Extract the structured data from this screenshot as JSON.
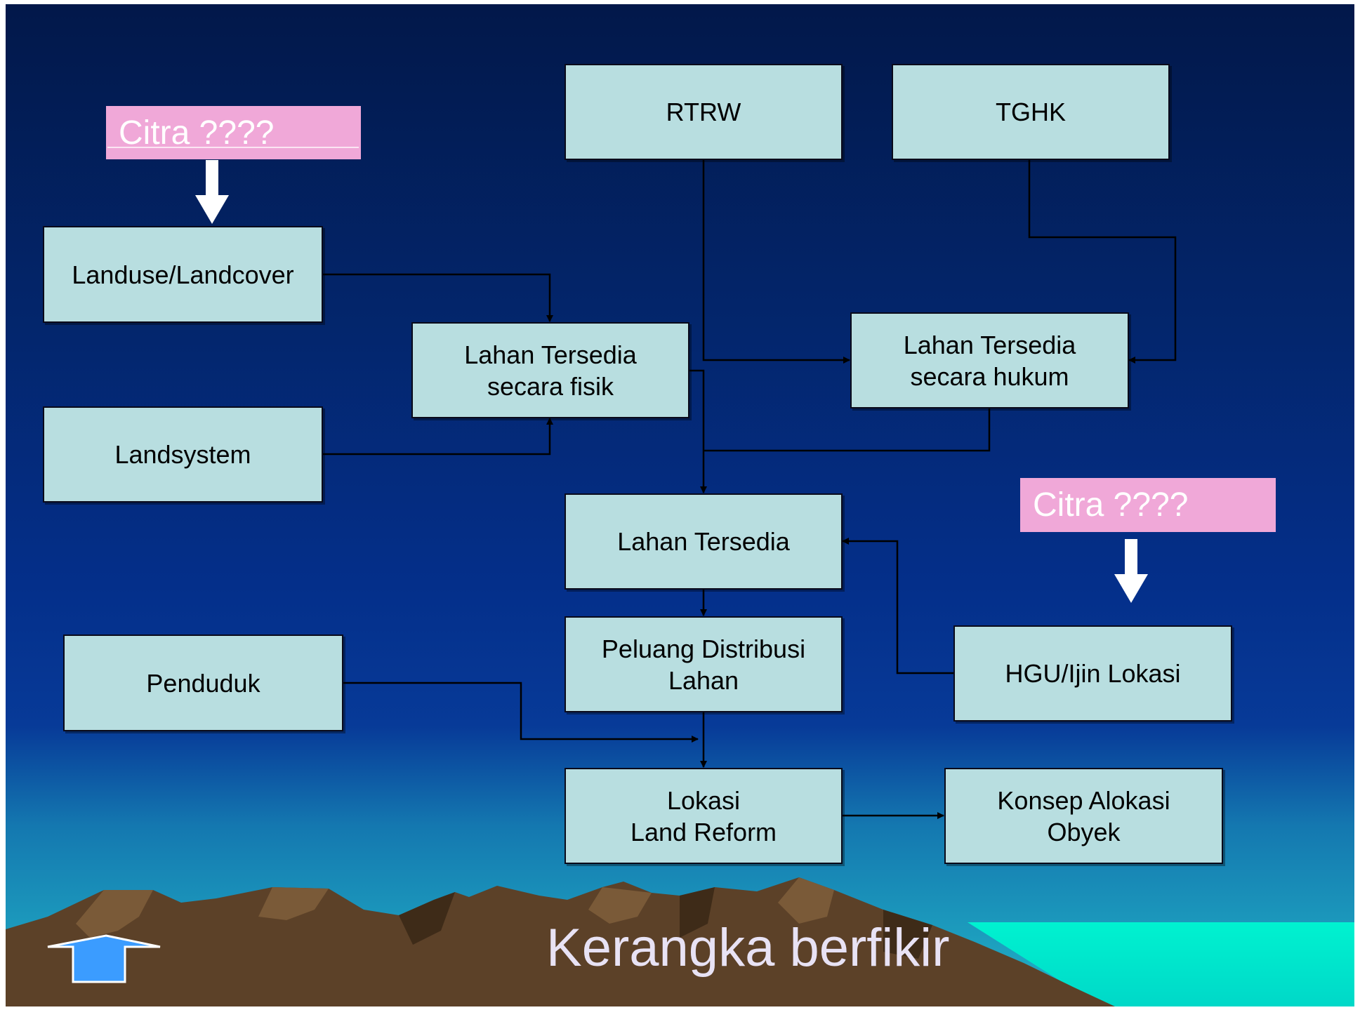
{
  "diagram": {
    "top_left_label": "Citra ????",
    "right_label": "Citra ????",
    "nodes": {
      "rtrw": "RTRW",
      "tghk": "TGHK",
      "landuse": "Landuse/Landcover",
      "landsystem": "Landsystem",
      "fisik": "Lahan Tersedia\nsecara fisik",
      "hukum": "Lahan Tersedia\nsecara hukum",
      "tersedia": "Lahan Tersedia",
      "peluang": "Peluang Distribusi\nLahan",
      "penduduk": "Penduduk",
      "hgu": "HGU/Ijin Lokasi",
      "lokasi": "Lokasi\nLand Reform",
      "konsep": "Konsep Alokasi\nObyek"
    }
  },
  "slide": {
    "title": "Kerangka berfikir",
    "nav_icon": "up-arrow-icon"
  },
  "colors": {
    "box_fill": "#b8dee0",
    "label_fill": "#f0a8d8",
    "mountain": "#5c4128",
    "sea": "#00f2d0"
  }
}
